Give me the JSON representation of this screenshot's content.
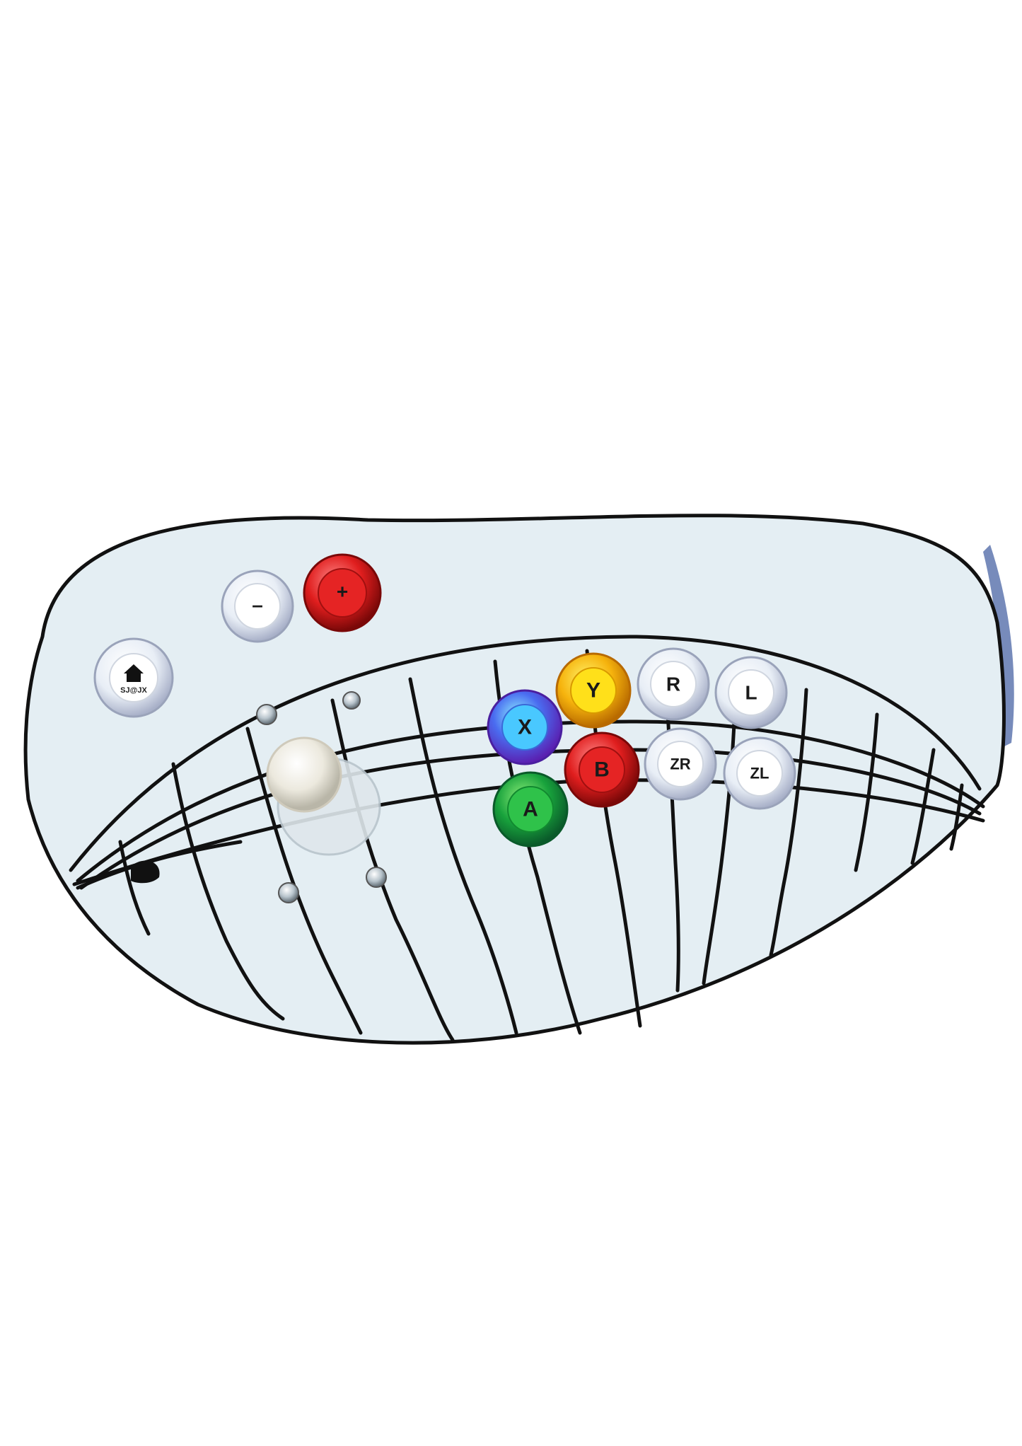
{
  "photo": {
    "subject": "handmade arcade controller panel",
    "background_color": "#ffffff",
    "panel_color": "#e4eef3",
    "line_color": "#111111"
  },
  "buttons": {
    "home": {
      "brand_text": "SJ@JX",
      "icon": "house-icon",
      "color": "#f2f6f8"
    },
    "minus": {
      "label": "–",
      "color": "#f2f6f8"
    },
    "plus": {
      "label": "+",
      "color": "#d81c1c"
    },
    "y": {
      "label": "Y",
      "color": "#f0a20a"
    },
    "x": {
      "label": "X",
      "color": "#4b5cf0"
    },
    "b": {
      "label": "B",
      "color": "#d81c1c"
    },
    "a": {
      "label": "A",
      "color": "#15a03a"
    },
    "r": {
      "label": "R",
      "color": "#f2f6f8"
    },
    "l": {
      "label": "L",
      "color": "#f2f6f8"
    },
    "zr": {
      "label": "ZR",
      "color": "#f2f6f8"
    },
    "zl": {
      "label": "ZL",
      "color": "#f2f6f8"
    }
  },
  "joystick": {
    "ball_color": "#f4f4f0",
    "base_color": "#dfe7ec"
  }
}
